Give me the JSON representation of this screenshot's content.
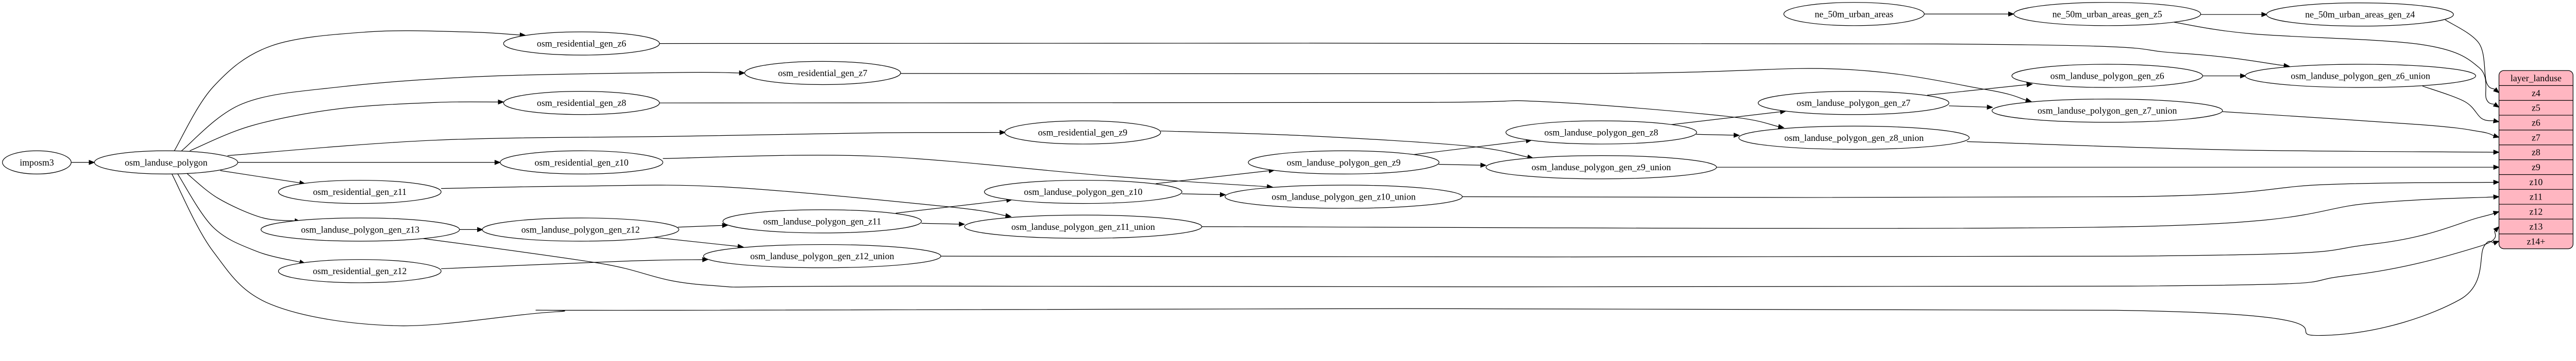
{
  "colors": {
    "record_fill": "#ffb6c1",
    "node_fill": "#ffffff",
    "stroke": "#000000"
  },
  "nodes": [
    {
      "id": "imposm3",
      "label": "imposm3"
    },
    {
      "id": "osm_landuse_polygon",
      "label": "osm_landuse_polygon"
    },
    {
      "id": "osm_residential_gen_z6",
      "label": "osm_residential_gen_z6"
    },
    {
      "id": "osm_residential_gen_z7",
      "label": "osm_residential_gen_z7"
    },
    {
      "id": "osm_residential_gen_z8",
      "label": "osm_residential_gen_z8"
    },
    {
      "id": "osm_residential_gen_z9",
      "label": "osm_residential_gen_z9"
    },
    {
      "id": "osm_residential_gen_z10",
      "label": "osm_residential_gen_z10"
    },
    {
      "id": "osm_residential_gen_z11",
      "label": "osm_residential_gen_z11"
    },
    {
      "id": "osm_residential_gen_z12",
      "label": "osm_residential_gen_z12"
    },
    {
      "id": "osm_landuse_polygon_gen_z13",
      "label": "osm_landuse_polygon_gen_z13"
    },
    {
      "id": "osm_landuse_polygon_gen_z12",
      "label": "osm_landuse_polygon_gen_z12"
    },
    {
      "id": "osm_landuse_polygon_gen_z12_union",
      "label": "osm_landuse_polygon_gen_z12_union"
    },
    {
      "id": "osm_landuse_polygon_gen_z11",
      "label": "osm_landuse_polygon_gen_z11"
    },
    {
      "id": "osm_landuse_polygon_gen_z11_union",
      "label": "osm_landuse_polygon_gen_z11_union"
    },
    {
      "id": "osm_landuse_polygon_gen_z10",
      "label": "osm_landuse_polygon_gen_z10"
    },
    {
      "id": "osm_landuse_polygon_gen_z10_union",
      "label": "osm_landuse_polygon_gen_z10_union"
    },
    {
      "id": "osm_landuse_polygon_gen_z9",
      "label": "osm_landuse_polygon_gen_z9"
    },
    {
      "id": "osm_landuse_polygon_gen_z9_union",
      "label": "osm_landuse_polygon_gen_z9_union"
    },
    {
      "id": "osm_landuse_polygon_gen_z8",
      "label": "osm_landuse_polygon_gen_z8"
    },
    {
      "id": "osm_landuse_polygon_gen_z8_union",
      "label": "osm_landuse_polygon_gen_z8_union"
    },
    {
      "id": "osm_landuse_polygon_gen_z7",
      "label": "osm_landuse_polygon_gen_z7"
    },
    {
      "id": "osm_landuse_polygon_gen_z7_union",
      "label": "osm_landuse_polygon_gen_z7_union"
    },
    {
      "id": "osm_landuse_polygon_gen_z6",
      "label": "osm_landuse_polygon_gen_z6"
    },
    {
      "id": "osm_landuse_polygon_gen_z6_union",
      "label": "osm_landuse_polygon_gen_z6_union"
    },
    {
      "id": "ne_50m_urban_areas",
      "label": "ne_50m_urban_areas"
    },
    {
      "id": "ne_50m_urban_areas_gen_z5",
      "label": "ne_50m_urban_areas_gen_z5"
    },
    {
      "id": "ne_50m_urban_areas_gen_z4",
      "label": "ne_50m_urban_areas_gen_z4"
    }
  ],
  "record": {
    "id": "layer_landuse",
    "label": "layer_landuse",
    "fields": [
      "z4",
      "z5",
      "z6",
      "z7",
      "z8",
      "z9",
      "z10",
      "z11",
      "z12",
      "z13",
      "z14+"
    ]
  },
  "edges": [
    {
      "from": "imposm3",
      "to": "osm_landuse_polygon"
    },
    {
      "from": "osm_landuse_polygon",
      "to": "osm_residential_gen_z6"
    },
    {
      "from": "osm_landuse_polygon",
      "to": "osm_residential_gen_z7"
    },
    {
      "from": "osm_landuse_polygon",
      "to": "osm_residential_gen_z8"
    },
    {
      "from": "osm_landuse_polygon",
      "to": "osm_residential_gen_z9"
    },
    {
      "from": "osm_landuse_polygon",
      "to": "osm_residential_gen_z10"
    },
    {
      "from": "osm_landuse_polygon",
      "to": "osm_residential_gen_z11"
    },
    {
      "from": "osm_landuse_polygon",
      "to": "osm_landuse_polygon_gen_z13"
    },
    {
      "from": "osm_landuse_polygon",
      "to": "osm_residential_gen_z12"
    },
    {
      "from": "osm_landuse_polygon",
      "to": "layer_landuse:z14+"
    },
    {
      "from": "osm_residential_gen_z6",
      "to": "osm_landuse_polygon_gen_z6_union"
    },
    {
      "from": "osm_residential_gen_z7",
      "to": "osm_landuse_polygon_gen_z7_union"
    },
    {
      "from": "osm_residential_gen_z8",
      "to": "osm_landuse_polygon_gen_z8_union"
    },
    {
      "from": "osm_residential_gen_z9",
      "to": "osm_landuse_polygon_gen_z9_union"
    },
    {
      "from": "osm_residential_gen_z10",
      "to": "osm_landuse_polygon_gen_z10_union"
    },
    {
      "from": "osm_residential_gen_z11",
      "to": "osm_landuse_polygon_gen_z11_union"
    },
    {
      "from": "osm_residential_gen_z12",
      "to": "osm_landuse_polygon_gen_z12_union"
    },
    {
      "from": "osm_landuse_polygon_gen_z13",
      "to": "osm_landuse_polygon_gen_z12"
    },
    {
      "from": "osm_landuse_polygon_gen_z13",
      "to": "layer_landuse:z13"
    },
    {
      "from": "osm_landuse_polygon_gen_z12",
      "to": "osm_landuse_polygon_gen_z11"
    },
    {
      "from": "osm_landuse_polygon_gen_z12",
      "to": "osm_landuse_polygon_gen_z12_union"
    },
    {
      "from": "osm_landuse_polygon_gen_z12_union",
      "to": "layer_landuse:z12"
    },
    {
      "from": "osm_landuse_polygon_gen_z11",
      "to": "osm_landuse_polygon_gen_z10"
    },
    {
      "from": "osm_landuse_polygon_gen_z11",
      "to": "osm_landuse_polygon_gen_z11_union"
    },
    {
      "from": "osm_landuse_polygon_gen_z11_union",
      "to": "layer_landuse:z11"
    },
    {
      "from": "osm_landuse_polygon_gen_z10",
      "to": "osm_landuse_polygon_gen_z9"
    },
    {
      "from": "osm_landuse_polygon_gen_z10",
      "to": "osm_landuse_polygon_gen_z10_union"
    },
    {
      "from": "osm_landuse_polygon_gen_z10_union",
      "to": "layer_landuse:z10"
    },
    {
      "from": "osm_landuse_polygon_gen_z9",
      "to": "osm_landuse_polygon_gen_z8"
    },
    {
      "from": "osm_landuse_polygon_gen_z9",
      "to": "osm_landuse_polygon_gen_z9_union"
    },
    {
      "from": "osm_landuse_polygon_gen_z9_union",
      "to": "layer_landuse:z9"
    },
    {
      "from": "osm_landuse_polygon_gen_z8",
      "to": "osm_landuse_polygon_gen_z7"
    },
    {
      "from": "osm_landuse_polygon_gen_z8",
      "to": "osm_landuse_polygon_gen_z8_union"
    },
    {
      "from": "osm_landuse_polygon_gen_z8_union",
      "to": "layer_landuse:z8"
    },
    {
      "from": "osm_landuse_polygon_gen_z7",
      "to": "osm_landuse_polygon_gen_z6"
    },
    {
      "from": "osm_landuse_polygon_gen_z7",
      "to": "osm_landuse_polygon_gen_z7_union"
    },
    {
      "from": "osm_landuse_polygon_gen_z7_union",
      "to": "layer_landuse:z7"
    },
    {
      "from": "osm_landuse_polygon_gen_z6",
      "to": "osm_landuse_polygon_gen_z6_union"
    },
    {
      "from": "osm_landuse_polygon_gen_z6_union",
      "to": "layer_landuse:z6"
    },
    {
      "from": "ne_50m_urban_areas",
      "to": "ne_50m_urban_areas_gen_z5"
    },
    {
      "from": "ne_50m_urban_areas_gen_z5",
      "to": "ne_50m_urban_areas_gen_z4"
    },
    {
      "from": "ne_50m_urban_areas_gen_z5",
      "to": "layer_landuse:z5"
    },
    {
      "from": "ne_50m_urban_areas_gen_z4",
      "to": "layer_landuse:z4"
    }
  ]
}
